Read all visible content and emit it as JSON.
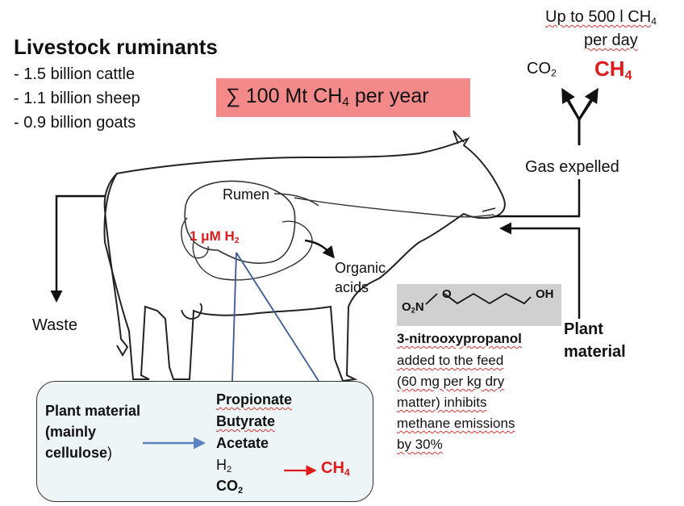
{
  "livestock": {
    "title": "Livestock ruminants",
    "items": [
      "- 1.5 billion cattle",
      "- 1.1 billion sheep",
      "- 0.9 billion goats"
    ]
  },
  "total": {
    "prefix": "∑ 100 Mt CH",
    "subscript": "4",
    "suffix": " per year"
  },
  "top_right": {
    "line1_prefix": "Up to 500 l CH",
    "line1_sub": "4",
    "line2": "per day",
    "co2_main": "CO",
    "co2_sub": "2",
    "ch4_main": "CH",
    "ch4_sub": "4"
  },
  "labels": {
    "gas_expelled": "Gas expelled",
    "rumen": "Rumen",
    "h2_prefix": "1 μM H",
    "h2_sub": "2",
    "organic_line1": "Organic",
    "organic_line2": "acids",
    "waste": "Waste",
    "plant_line1": "Plant",
    "plant_line2": "material"
  },
  "molecule": {
    "o1": "O",
    "o2n": "O",
    "n_sub": "2",
    "n": "N",
    "oh": "OH"
  },
  "additive": {
    "name": "3-nitrooxypropanol",
    "lines": [
      "added to the feed",
      "(60 mg per kg dry",
      "matter) inhibits",
      "methane emissions",
      "by 30%"
    ]
  },
  "rumen_box": {
    "input_line1": "Plant material",
    "input_line2": "(mainly",
    "input_line3_bold": "cellulose",
    "input_line3_rest": ")",
    "products": [
      "Propionate",
      "Butyrate",
      "Acetate"
    ],
    "h2_main": "H",
    "h2_sub": "2",
    "co2_main": "CO",
    "co2_sub": "2",
    "ch4_main": "CH",
    "ch4_sub": "4"
  },
  "colors": {
    "accent_red": "#e01b1b",
    "highlight_pink": "#f4898a",
    "box_fill": "#eef5f7",
    "blue_arrow": "#5a84c0",
    "molecule_box": "#d0d0d0"
  }
}
